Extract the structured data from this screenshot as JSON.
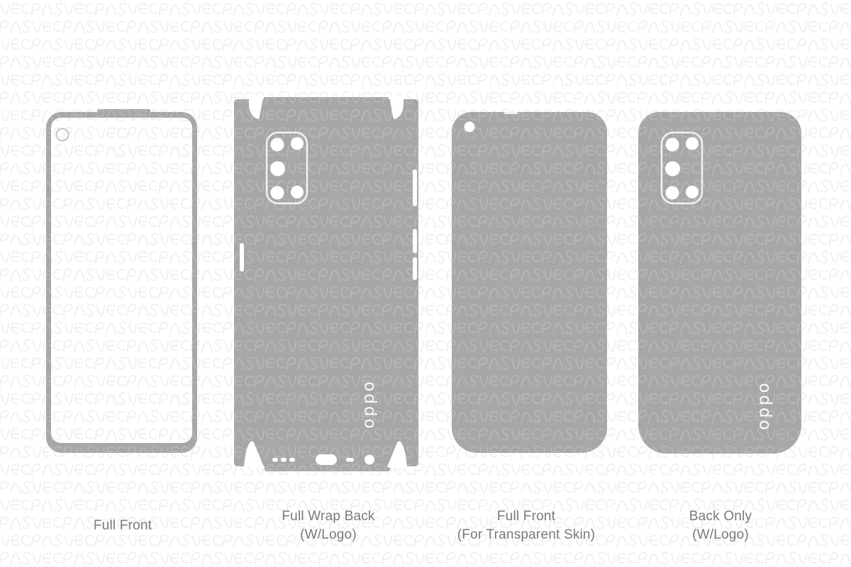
{
  "watermark": {
    "text": "VECRAS"
  },
  "colors": {
    "template_gray": "#a7a7a7",
    "label_gray": "#7a7a7a",
    "watermark_light": "#ececec",
    "background": "#ffffff"
  },
  "labels": {
    "t1_line1": "Full Front",
    "t2_line1": "Full Wrap Back",
    "t2_line2": "(W/Logo)",
    "t3_line1": "Full Front",
    "t3_line2": "(For Transparent Skin)",
    "t4_line1": "Back Only",
    "t4_line2": "(W/Logo)"
  },
  "logos": {
    "oppo": "oppo"
  }
}
